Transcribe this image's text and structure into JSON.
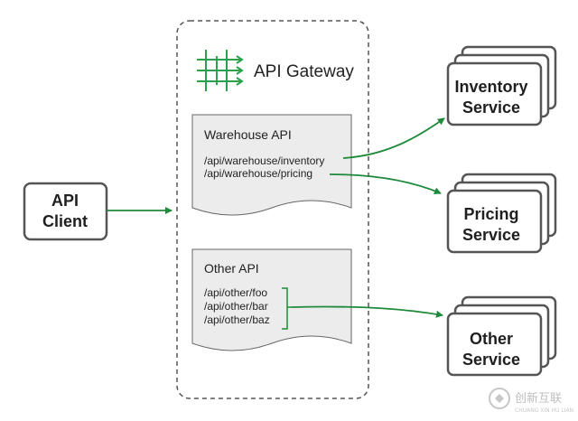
{
  "client": {
    "line1": "API",
    "line2": "Client"
  },
  "gateway": {
    "title": "API Gateway",
    "warehouse_api": {
      "title": "Warehouse API",
      "routes": [
        "/api/warehouse/inventory",
        "/api/warehouse/pricing"
      ]
    },
    "other_api": {
      "title": "Other API",
      "routes": [
        "/api/other/foo",
        "/api/other/bar",
        "/api/other/baz"
      ]
    }
  },
  "services": {
    "inventory": {
      "line1": "Inventory",
      "line2": "Service"
    },
    "pricing": {
      "line1": "Pricing",
      "line2": "Service"
    },
    "other": {
      "line1": "Other",
      "line2": "Service"
    }
  },
  "watermark": {
    "text": "创新互联",
    "sub": "CHUANG XIN HU LIAN"
  },
  "colors": {
    "arrow": "#1e8a3a",
    "logo": "#2e9e4f",
    "doc_fill": "#ececec",
    "border": "#555555"
  }
}
